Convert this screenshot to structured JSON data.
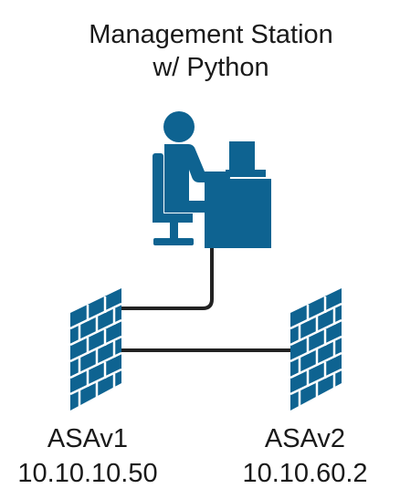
{
  "title": {
    "line1": "Management Station",
    "line2": "w/ Python"
  },
  "nodes": {
    "station": {
      "icon": "management-workstation-icon"
    },
    "asav1": {
      "name": "ASAv1",
      "ip": "10.10.10.50",
      "icon": "firewall-icon"
    },
    "asav2": {
      "name": "ASAv2",
      "ip": "10.10.60.2",
      "icon": "firewall-icon"
    }
  },
  "colors": {
    "icon": "#0e6391",
    "line": "#222222"
  }
}
